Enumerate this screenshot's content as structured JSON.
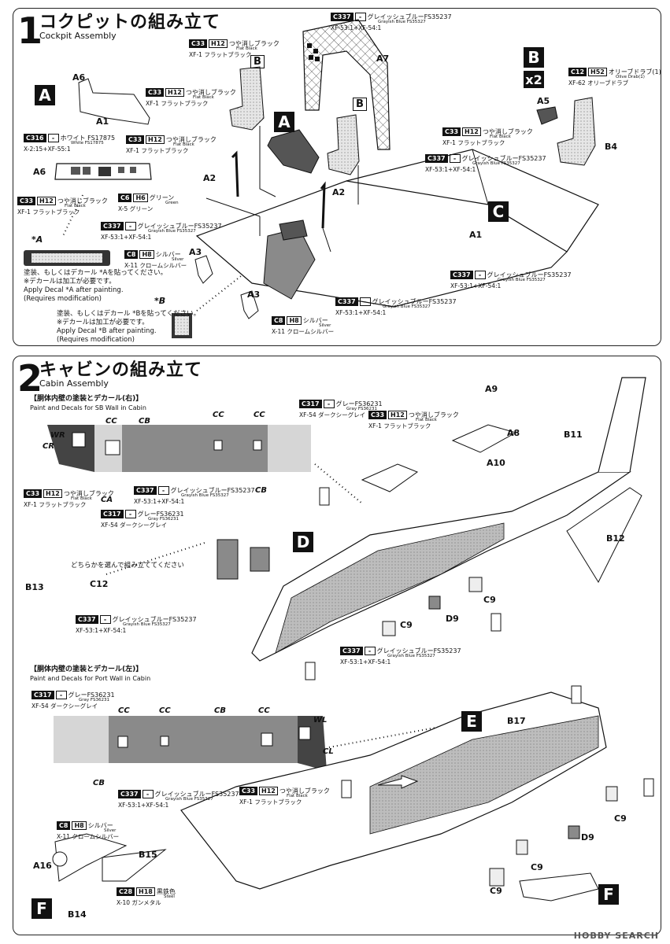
{
  "step1": {
    "num": "1",
    "title_jp": "コクピットの組み立て",
    "title_en": "Cockpit Assembly"
  },
  "step2": {
    "num": "2",
    "title_jp": "キャビンの組み立て",
    "title_en": "Cabin Assembly"
  },
  "sections": {
    "A": "A",
    "B": "B",
    "C": "C",
    "D": "D",
    "E": "E",
    "F": "F",
    "x2": "x2"
  },
  "parts": {
    "A1": "A1",
    "A2": "A2",
    "A3": "A3",
    "A5": "A5",
    "A6": "A6",
    "A7": "A7",
    "A8": "A8",
    "A9": "A9",
    "A10": "A10",
    "A16": "A16",
    "B4": "B4",
    "B11": "B11",
    "B12": "B12",
    "B13": "B13",
    "B14": "B14",
    "B15": "B15",
    "B17": "B17",
    "C9": "C9",
    "C12": "C12",
    "D9": "D9"
  },
  "decals": {
    "A": "*A",
    "B": "*B",
    "CC": "CC",
    "CB": "CB",
    "CA": "CA",
    "CR": "CR",
    "WR": "WR",
    "WL": "WL",
    "CL": "CL"
  },
  "paints": {
    "c33": {
      "code": "C33",
      "h": "H12",
      "jp": "つや消しブラック",
      "en": "Flat Black",
      "xf": "XF-1 フラットブラック"
    },
    "c337": {
      "code": "C337",
      "h": "-",
      "jp": "グレイッシュブルーFS35237",
      "en": "Grayish Blue FS35327",
      "xf": "XF-53:1+XF-54:1"
    },
    "c316": {
      "code": "C316",
      "h": "-",
      "jp": "ホワイト FS17875",
      "en": "White FS17875",
      "xf": "X-2:15+XF-55:1"
    },
    "c6": {
      "code": "C6",
      "h": "H6",
      "jp": "グリーン",
      "en": "Green",
      "xf": "X-5 グリーン"
    },
    "c8": {
      "code": "C8",
      "h": "H8",
      "jp": "シルバー",
      "en": "Silver",
      "xf": "X-11 クロームシルバー"
    },
    "c12": {
      "code": "C12",
      "h": "H52",
      "jp": "オリーブドラブ(1)",
      "en": "Olive Drab(1)",
      "xf": "XF-62 オリーブドラブ"
    },
    "c317": {
      "code": "C317",
      "h": "-",
      "jp": "グレーFS36231",
      "en": "Gray FS36231",
      "xf": "XF-54 ダークシーグレイ"
    },
    "c28": {
      "code": "C28",
      "h": "H18",
      "jp": "黒鉄色",
      "en": "Steel",
      "xf": "X-10 ガンメタル"
    }
  },
  "notes": {
    "decalA_jp1": "塗装、もしくはデカール *Aを貼ってください。",
    "decalA_jp2": "※デカールは加工が必要です。",
    "decalA_en1": "Apply Decal *A after painting.",
    "decalA_en2": "(Requires modification)",
    "decalB_jp1": "塗装、もしくはデカール *Bを貼ってください。",
    "decalB_jp2": "※デカールは加工が必要です。",
    "decalB_en1": "Apply Decal *B after painting.",
    "decalB_en2": "(Requires modification)",
    "sb_wall_jp": "【胴体内壁の塗装とデカール(右)】",
    "sb_wall_en": "Paint and Decals for SB Wall in Cabin",
    "port_wall_jp": "【胴体内壁の塗装とデカール(左)】",
    "port_wall_en": "Paint and Decals for Port Wall in Cabin",
    "choose": "どちらかを選んで組み立ててください"
  },
  "watermark": "HOBBY SEARCH",
  "colors": {
    "ink": "#111111",
    "gray": "#8a8a8a",
    "lightgray": "#d6d6d6",
    "darkgray": "#555555"
  }
}
